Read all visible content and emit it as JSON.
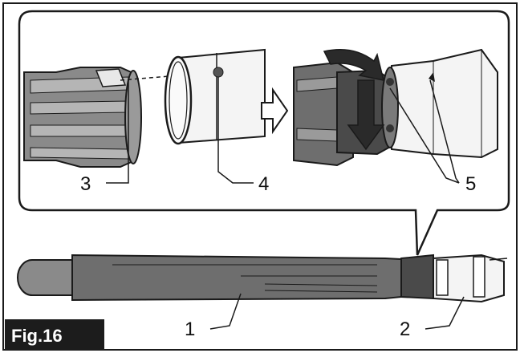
{
  "figure": {
    "label": "Fig.16",
    "callouts": [
      "1",
      "2",
      "3",
      "4",
      "5"
    ]
  },
  "colors": {
    "tube": "#6e6e6e",
    "tube_dark": "#4a4a4a",
    "light_part": "#f4f4f4",
    "line": "#1a1a1a",
    "label_bg": "#1c1c1c",
    "arrow_dark": "#2a2a2a"
  },
  "icons": [
    "direction-arrow-icon",
    "rotate-arrow-icon"
  ]
}
